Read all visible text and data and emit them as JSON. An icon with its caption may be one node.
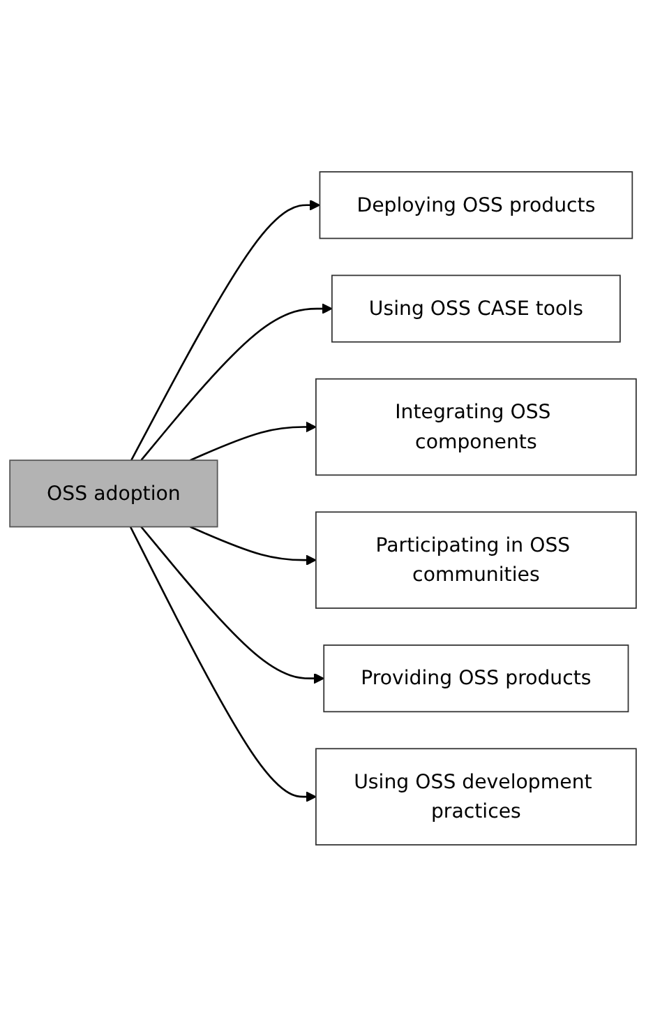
{
  "diagram": {
    "nodes": [
      {
        "text": [
          "OSS adoption"
        ]
      },
      {
        "text": [
          "Deploying OSS products"
        ]
      },
      {
        "text": [
          "Using OSS CASE tools"
        ]
      },
      {
        "text": [
          "Integrating OSS components"
        ]
      },
      {
        "text": [
          "Participating in OSS communities"
        ]
      },
      {
        "text": [
          "Providing OSS products"
        ]
      },
      {
        "text": [
          "Using OSS development practices"
        ]
      }
    ],
    "edges": [
      {
        "from": 0,
        "to": 1,
        "arrow": "to"
      },
      {
        "from": 0,
        "to": 2,
        "arrow": "to"
      },
      {
        "from": 0,
        "to": 3,
        "arrow": "to"
      },
      {
        "from": 0,
        "to": 4,
        "arrow": "to"
      },
      {
        "from": 0,
        "to": 5,
        "arrow": "to"
      },
      {
        "from": 0,
        "to": 6,
        "arrow": "to"
      }
    ]
  }
}
